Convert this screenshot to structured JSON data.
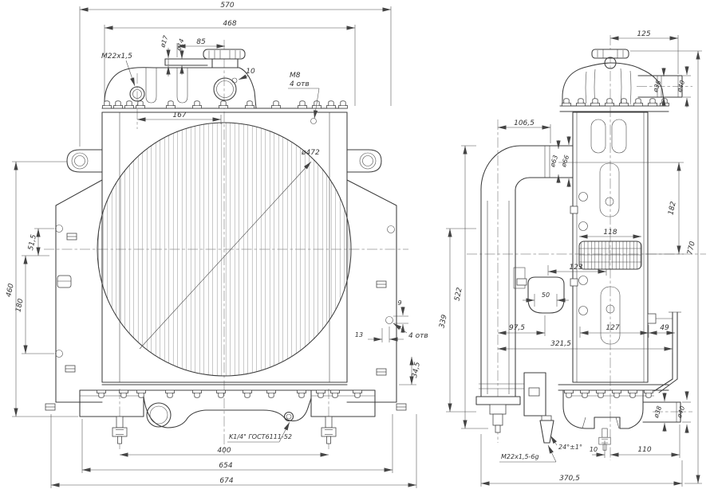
{
  "front": {
    "dim_570": "570",
    "dim_468": "468",
    "dim_85": "85",
    "dia_17": "ø17",
    "dia_14": "ø14",
    "thread_inlet": "M22x1,5",
    "dim_10": "10",
    "bolt_m8": "M8",
    "bolt_m8_qty": "4 отв",
    "dim_167": "167",
    "dia_472": "ø472",
    "dim_460": "460",
    "dim_51_5": "51,5",
    "dim_180": "180",
    "dim_9": "9",
    "dim_13": "13",
    "holes_qty": "4 отв",
    "dim_34_5": "34,5",
    "drain_spec": "K1/4\" ГОСТ6111-52",
    "dim_400": "400",
    "dim_654": "654",
    "dim_674": "674"
  },
  "side": {
    "dim_125": "125",
    "dia_38_top": "ø38",
    "dia_40_top": "ø40",
    "dim_106_5": "106,5",
    "dia_63": "ø63",
    "dia_66": "ø66",
    "dim_182": "182",
    "dim_118": "118",
    "dim_770": "770",
    "dim_123": "123",
    "dim_50": "50",
    "dim_97_5": "97,5",
    "dim_127": "127",
    "dim_49": "49",
    "dim_522": "522",
    "dim_339": "339",
    "dim_321_5": "321,5",
    "drain_thread": "M22x1,5-6g",
    "cone_angle": "24°±1°",
    "dim_10": "10",
    "dim_110": "110",
    "dia_38_bottom": "ø38",
    "dia_40_bottom": "ø40",
    "dim_370_5": "370,5"
  }
}
